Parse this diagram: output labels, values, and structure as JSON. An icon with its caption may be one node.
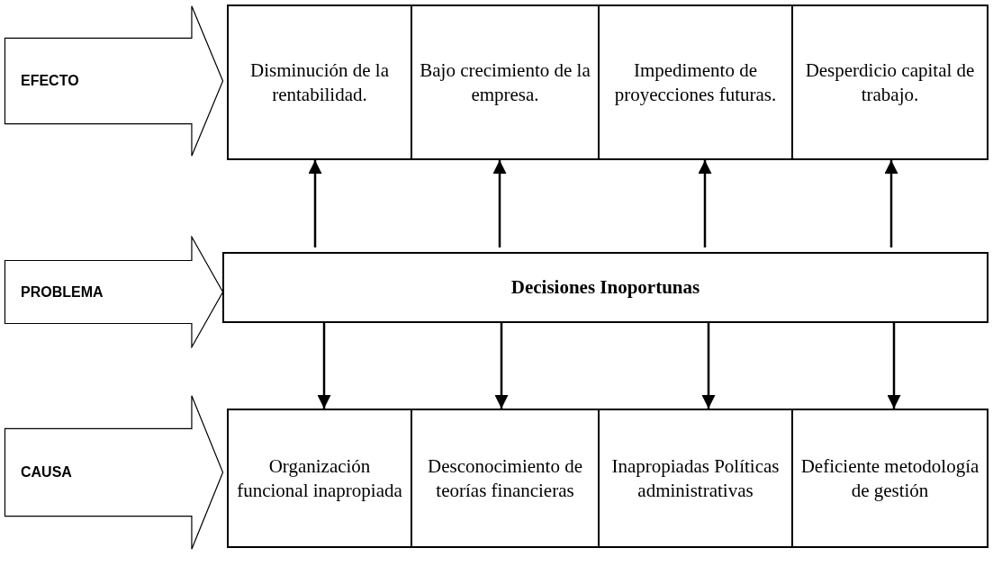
{
  "diagram": {
    "nodes": [
      {
        "text": [
          "EFECTO"
        ]
      },
      {
        "text": [
          "Disminución de la rentabilidad."
        ]
      },
      {
        "text": [
          "Bajo crecimiento de la empresa."
        ]
      },
      {
        "text": [
          "Impedimento de proyecciones futuras."
        ]
      },
      {
        "text": [
          "Desperdicio capital de trabajo."
        ]
      },
      {
        "text": [
          "PROBLEMA"
        ]
      },
      {
        "text": [
          "Decisiones Inoportunas"
        ]
      },
      {
        "text": [
          "CAUSA"
        ]
      },
      {
        "text": [
          "Organización funcional inapropiada"
        ]
      },
      {
        "text": [
          "Desconocimiento de teorías financieras"
        ]
      },
      {
        "text": [
          "Inapropiadas Políticas administrativas"
        ]
      },
      {
        "text": [
          "Deficiente metodología de gestión"
        ]
      }
    ],
    "edges": [
      {
        "from": 6,
        "to": 1,
        "arrow": "to"
      },
      {
        "from": 6,
        "to": 2,
        "arrow": "to"
      },
      {
        "from": 6,
        "to": 3,
        "arrow": "to"
      },
      {
        "from": 6,
        "to": 4,
        "arrow": "to"
      },
      {
        "from": 6,
        "to": 8,
        "arrow": "to"
      },
      {
        "from": 6,
        "to": 9,
        "arrow": "to"
      },
      {
        "from": 6,
        "to": 10,
        "arrow": "to"
      },
      {
        "from": 6,
        "to": 11,
        "arrow": "to"
      }
    ]
  }
}
